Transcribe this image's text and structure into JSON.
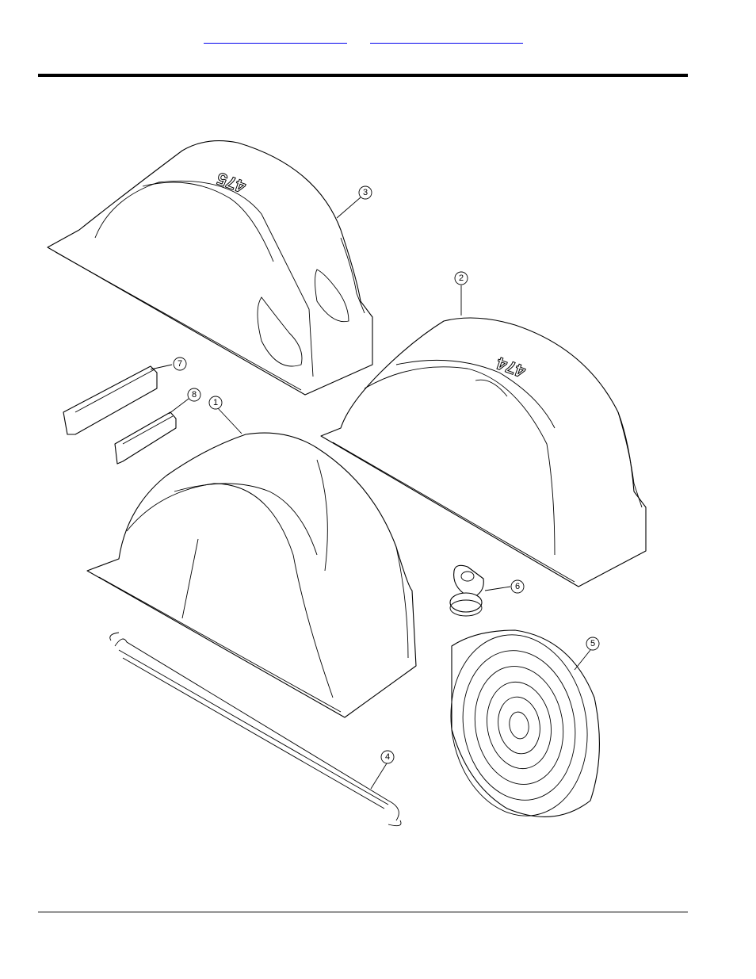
{
  "header": {
    "links": [
      "",
      ""
    ]
  },
  "diagram": {
    "callouts": [
      "1",
      "2",
      "3",
      "4",
      "5",
      "6",
      "7",
      "8"
    ],
    "stamps": [
      "475",
      "474"
    ]
  }
}
